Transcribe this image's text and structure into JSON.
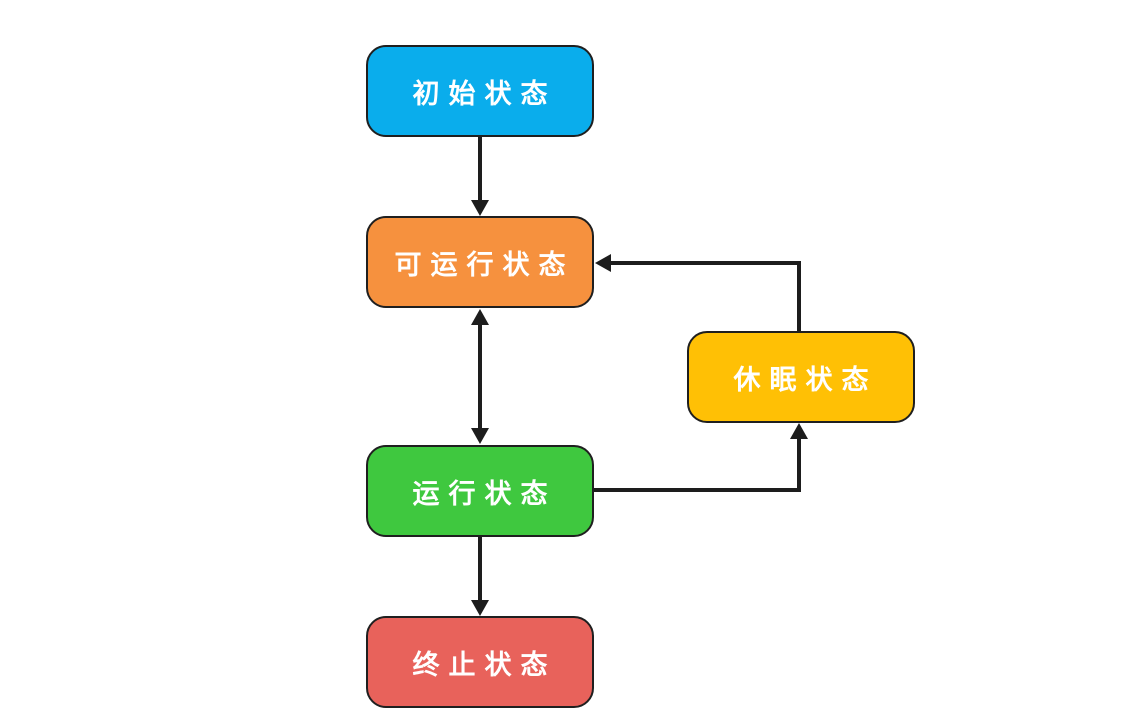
{
  "diagram": {
    "background": "#ffffff",
    "edge_color": "#1d1d1d",
    "node_border_color": "#1f1f1f",
    "text_color": "#ffffff",
    "nodes": [
      {
        "id": "initial",
        "label": "初始状态",
        "color": "#0aadec"
      },
      {
        "id": "runnable",
        "label": "可运行状态",
        "color": "#f6913e"
      },
      {
        "id": "sleep",
        "label": "休眠状态",
        "color": "#ffc005"
      },
      {
        "id": "running",
        "label": "运行状态",
        "color": "#3fc83f"
      },
      {
        "id": "terminated",
        "label": "终止状态",
        "color": "#e8625b"
      }
    ],
    "edges": [
      {
        "from": "initial",
        "to": "runnable",
        "arrows": "end",
        "shape": "straight-down"
      },
      {
        "from": "runnable",
        "to": "running",
        "arrows": "both",
        "shape": "straight-down"
      },
      {
        "from": "running",
        "to": "terminated",
        "arrows": "end",
        "shape": "straight-down"
      },
      {
        "from": "running",
        "to": "sleep",
        "arrows": "end",
        "shape": "elbow-right-up"
      },
      {
        "from": "sleep",
        "to": "runnable",
        "arrows": "end",
        "shape": "elbow-up-left"
      }
    ]
  }
}
